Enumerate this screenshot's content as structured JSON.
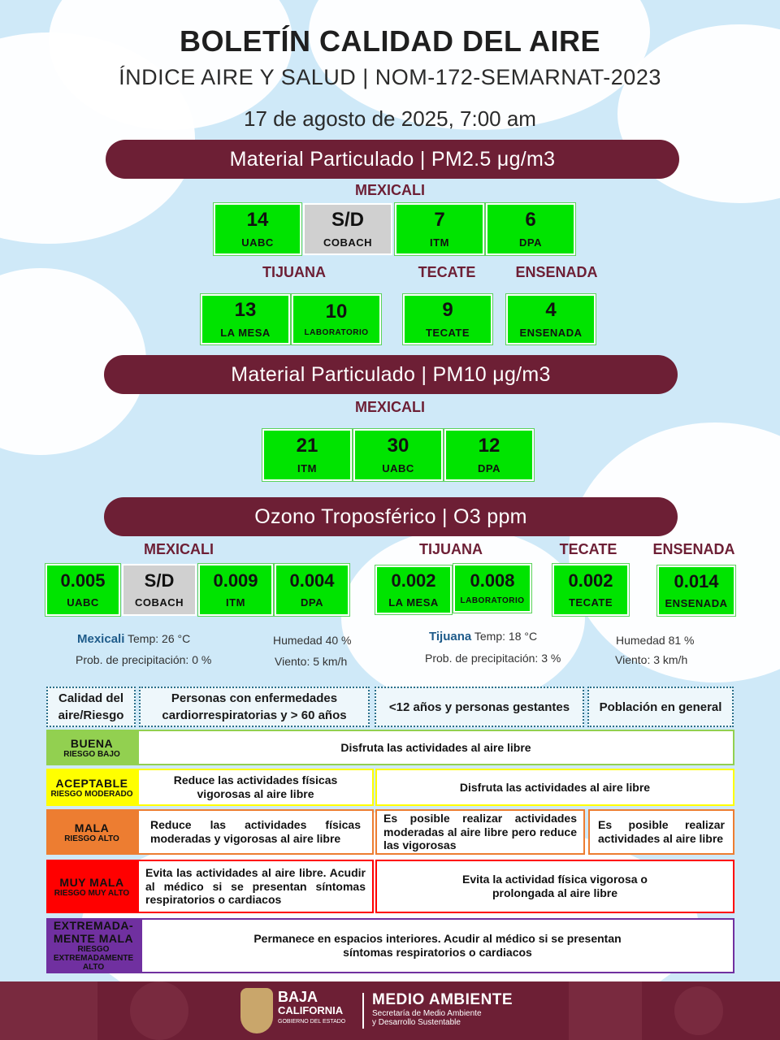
{
  "header": {
    "title": "BOLETÍN CALIDAD DEL AIRE",
    "subtitle": "ÍNDICE AIRE Y SALUD | NOM-172-SEMARNAT-2023",
    "date": "17 de agosto de 2025, 7:00 am"
  },
  "pm25": {
    "banner": "Material Particulado | PM2.5 μg/m3",
    "mexicali_label": "MEXICALI",
    "mexicali": [
      {
        "value": "14",
        "station": "UABC",
        "level": "buena"
      },
      {
        "value": "S/D",
        "station": "COBACH",
        "level": "sd"
      },
      {
        "value": "7",
        "station": "ITM",
        "level": "buena"
      },
      {
        "value": "6",
        "station": "DPA",
        "level": "buena"
      }
    ],
    "tijuana_label": "TIJUANA",
    "tijuana": [
      {
        "value": "13",
        "station": "LA MESA",
        "level": "buena"
      },
      {
        "value": "10",
        "station": "LABORATORIO",
        "level": "buena"
      }
    ],
    "tecate_label": "TECATE",
    "tecate": [
      {
        "value": "9",
        "station": "TECATE",
        "level": "buena"
      }
    ],
    "ensenada_label": "ENSENADA",
    "ensenada": [
      {
        "value": "4",
        "station": "ENSENADA",
        "level": "buena"
      }
    ]
  },
  "pm10": {
    "banner": "Material Particulado | PM10 μg/m3",
    "mexicali_label": "MEXICALI",
    "mexicali": [
      {
        "value": "21",
        "station": "ITM",
        "level": "buena"
      },
      {
        "value": "30",
        "station": "UABC",
        "level": "buena"
      },
      {
        "value": "12",
        "station": "DPA",
        "level": "buena"
      }
    ]
  },
  "o3": {
    "banner": "Ozono Troposférico | O3 ppm",
    "mexicali_label": "MEXICALI",
    "mexicali": [
      {
        "value": "0.005",
        "station": "UABC",
        "level": "buena"
      },
      {
        "value": "S/D",
        "station": "COBACH",
        "level": "sd"
      },
      {
        "value": "0.009",
        "station": "ITM",
        "level": "buena"
      },
      {
        "value": "0.004",
        "station": "DPA",
        "level": "buena"
      }
    ],
    "tijuana_label": "TIJUANA",
    "tijuana": [
      {
        "value": "0.002",
        "station": "LA MESA",
        "level": "buena"
      },
      {
        "value": "0.008",
        "station": "LABORATORIO",
        "level": "buena"
      }
    ],
    "tecate_label": "TECATE",
    "tecate": [
      {
        "value": "0.002",
        "station": "TECATE",
        "level": "buena"
      }
    ],
    "ensenada_label": "ENSENADA",
    "ensenada": [
      {
        "value": "0.014",
        "station": "ENSENADA",
        "level": "buena"
      }
    ]
  },
  "weather": {
    "mexicali": {
      "city": "Mexicali",
      "temp": "Temp: 26 °C",
      "humidity": "Humedad 40 %",
      "precip": "Prob. de precipitación: 0 %",
      "wind": "Viento: 5 km/h"
    },
    "tijuana": {
      "city": "Tijuana",
      "temp": "Temp: 18 °C",
      "humidity": "Humedad 81 %",
      "precip": "Prob. de precipitación: 3 %",
      "wind": "Viento: 3 km/h"
    }
  },
  "table": {
    "headers": [
      "Calidad del aire/Riesgo",
      "Personas con enfermedades cardiorrespiratorias y > 60 años",
      "<12 años y personas gestantes",
      "Población en general"
    ],
    "rows": [
      {
        "name": "BUENA",
        "risk": "RIESGO BAJO",
        "color": "#92d050",
        "text": "Disfruta las actividades al aire libre"
      },
      {
        "name": "ACEPTABLE",
        "risk": "RIESGO MODERADO",
        "color": "#ffff00",
        "text_sensitive": "Reduce las actividades físicas vigorosas al aire libre",
        "text_rest": "Disfruta las actividades al aire libre"
      },
      {
        "name": "MALA",
        "risk": "RIESGO ALTO",
        "color": "#ed7d31",
        "text_sensitive": "Reduce las actividades físicas moderadas y vigorosas al aire libre",
        "text_children": "Es posible realizar actividades moderadas al aire libre pero reduce las vigorosas",
        "text_general": "Es posible realizar actividades al aire libre"
      },
      {
        "name": "MUY MALA",
        "risk": "RIESGO MUY ALTO",
        "color": "#ff0000",
        "text_sensitive": "Evita las actividades al aire libre. Acudir al médico si se presentan síntomas respiratorios o cardiacos",
        "text_rest": "Evita la actividad física vigorosa o prolongada al aire libre"
      },
      {
        "name": "EXTREMADA-MENTE MALA",
        "risk": "RIESGO EXTREMADAMENTE ALTO",
        "color": "#7030a0",
        "text": "Permanece en espacios interiores. Acudir al médico si se presentan síntomas respiratorios o cardiacos"
      }
    ]
  },
  "footer": {
    "state_line1": "BAJA",
    "state_line2": "CALIFORNIA",
    "state_line3": "GOBIERNO DEL ESTADO",
    "dept": "MEDIO AMBIENTE",
    "dept_sub1": "Secretaría de Medio Ambiente",
    "dept_sub2": "y Desarrollo Sustentable"
  },
  "colors": {
    "banner": "#6d1f35",
    "buena": "#00e400",
    "sd": "#d0d0d0"
  }
}
